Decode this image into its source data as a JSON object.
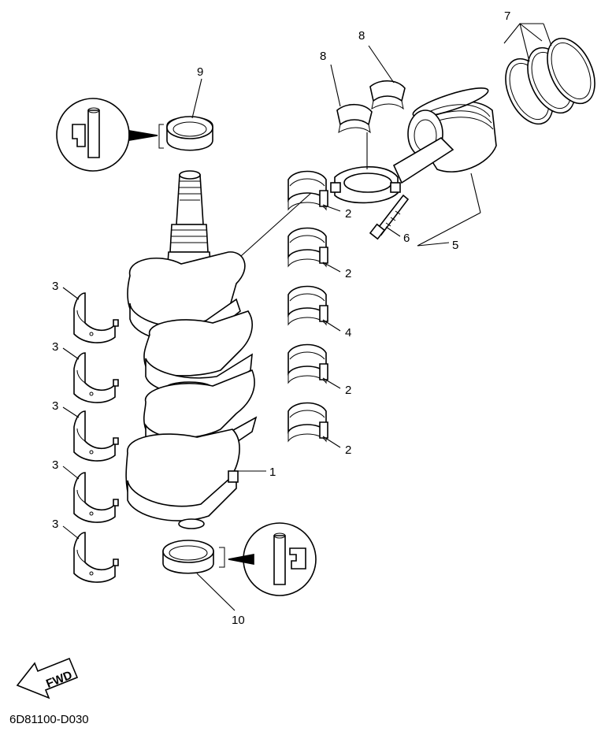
{
  "diagram": {
    "code": "6D81100-D030",
    "fwd": "FWD",
    "callouts": {
      "c1": "1",
      "c2a": "2",
      "c2b": "2",
      "c2c": "2",
      "c2d": "2",
      "c3a": "3",
      "c3b": "3",
      "c3c": "3",
      "c3d": "3",
      "c3e": "3",
      "c4": "4",
      "c5": "5",
      "c6": "6",
      "c7": "7",
      "c8a": "8",
      "c8b": "8",
      "c9": "9",
      "c10": "10"
    }
  }
}
